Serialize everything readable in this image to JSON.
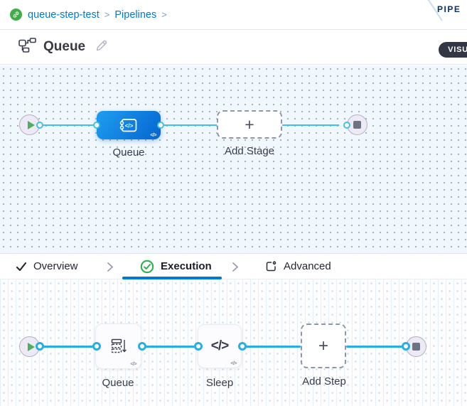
{
  "breadcrumb": {
    "items": [
      {
        "label": "queue-step-test"
      },
      {
        "label": "Pipelines"
      }
    ],
    "separator": ">"
  },
  "ribbon": {
    "label": "PIPE"
  },
  "mode_toggle": {
    "label": "VISU"
  },
  "title_bar": {
    "title": "Queue"
  },
  "stage_canvas": {
    "stage_label": "Queue",
    "add_stage_label": "Add Stage",
    "plus": "+",
    "code_badge": "</>"
  },
  "tabs": {
    "items": [
      {
        "label": "Overview"
      },
      {
        "label": "Execution"
      },
      {
        "label": "Advanced"
      }
    ]
  },
  "execution_canvas": {
    "queue_step_label": "Queue",
    "sleep_step_label": "Sleep",
    "sleep_icon_glyph": "</>",
    "add_step_label": "Add Step",
    "plus": "+",
    "code_badge": "</>"
  },
  "icons": {
    "logo": "link-icon",
    "title": "pipeline-graph-icon",
    "edit": "pencil-icon",
    "overview": "check-icon",
    "execution": "success-check-circle-icon",
    "advanced": "advanced-settings-icon",
    "start": "play-icon",
    "end": "stop-icon",
    "stage": "ci-stage-icon",
    "queue_step": "queue-stack-icon",
    "sleep_step": "code-icon"
  },
  "colors": {
    "link_blue": "#0278d5",
    "accent_blue": "#0278d5",
    "node_blue": "#0b7ee0",
    "edge_cyan": "#29ade9",
    "success_green": "#2bb24a",
    "toggle_dark": "#333745",
    "ribbon_text_navy": "#0a3364"
  }
}
